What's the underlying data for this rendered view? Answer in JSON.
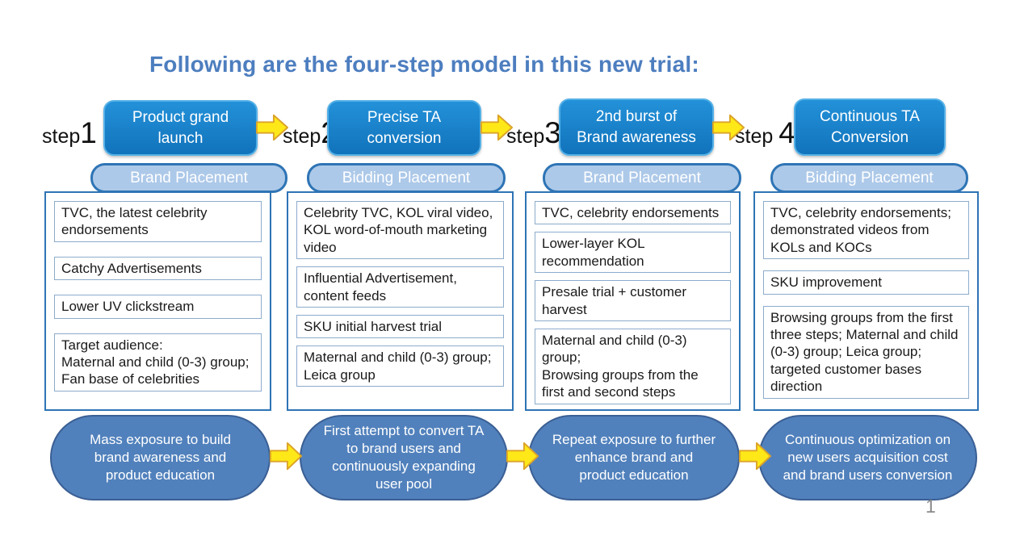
{
  "slide": {
    "title": "Following are the four-step model in this new trial:",
    "page_number": "1"
  },
  "colors": {
    "title_blue": "#4d7ebf",
    "step_box_fill": "#1581c9",
    "step_box_border": "#55b1e7",
    "pill_fill": "#adc9e9",
    "pill_border": "#2e74b5",
    "column_border": "#2e74b5",
    "tactic_border": "#8caccc",
    "stadium_fill": "#5181bc",
    "stadium_border": "#3a5f94",
    "arrow_fill": "#ffe817",
    "arrow_stroke": "#dba32a"
  },
  "steps": [
    {
      "label_prefix": "step",
      "label_number": "1",
      "box_label": "Product grand\nlaunch",
      "placement": "Brand Placement",
      "tactics": [
        "TVC, the latest celebrity endorsements",
        "Catchy Advertisements",
        "Lower UV clickstream",
        "Target audience:\nMaternal and child (0-3) group;\nFan base of celebrities"
      ],
      "summary": "Mass exposure to build brand awareness and product education"
    },
    {
      "label_prefix": "step",
      "label_number": "2",
      "box_label": "Precise TA\nconversion",
      "placement": "Bidding Placement",
      "tactics": [
        "Celebrity TVC, KOL viral video, KOL word-of-mouth marketing video",
        "Influential Advertisement, content feeds",
        "SKU initial harvest trial",
        "Maternal and child (0-3) group;\nLeica group"
      ],
      "summary": "First attempt to convert TA to brand users and continuously expanding user pool"
    },
    {
      "label_prefix": "step",
      "label_number": "3",
      "box_label": "2nd burst of\nBrand awareness",
      "placement": "Brand Placement",
      "tactics": [
        "TVC, celebrity endorsements",
        "Lower-layer KOL recommendation",
        "Presale trial + customer harvest",
        "Maternal and child (0-3) group;\nBrowsing groups from the first and second steps"
      ],
      "summary": "Repeat exposure to further enhance brand and product education"
    },
    {
      "label_prefix": "step",
      "label_number": "4",
      "box_label": "Continuous TA\nConversion",
      "placement": "Bidding Placement",
      "tactics": [
        "TVC, celebrity endorsements; demonstrated videos from KOLs and KOCs",
        "SKU improvement",
        "Browsing groups from the first three steps; Maternal and child (0-3) group; Leica group; targeted customer bases direction"
      ],
      "summary": "Continuous optimization on new users acquisition cost and brand users conversion"
    }
  ]
}
